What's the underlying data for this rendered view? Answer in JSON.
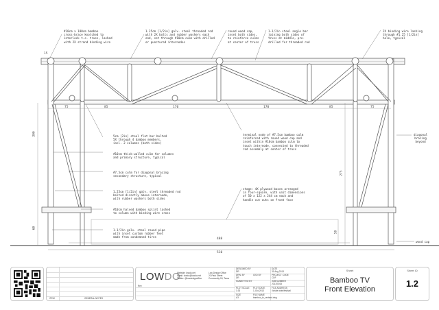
{
  "drawing": {
    "callouts": {
      "crossbrace": "#10cm x 180cm bamboo\ncross-brace knotched to\ninterlock t.c. truss, lashed\nwith 2X strand binding wire",
      "threaded_rod_top": "1.25cm [1/2in] galv. steel threaded rod\nwith 2X bolts and rubber washers each\nend, set through #10cm culm with drilled\nor punctured internodes",
      "wood_cap": "round wood cap,\ninset both sides,\nto reinforce culms\nat center of truss",
      "angle_bar": "1-1/2in steel angle bar\njoining both sides of\ntruss at middle, pre-\ndrilled for threaded rod",
      "binding_wire": "2X binding wire lashing\nthrough #1.25 [1/2in]\nhole, typical",
      "flat_bar": "5cm [2in] steel flat bar bolted\n5X through 4 bamboo members,\nincl. 2 columns (both sides)",
      "column_culm": "#10cm thick-walled culm for columns\nand primary structure, typical",
      "bracing_culm": "#7.5cm culm for diagonal bracing\nsecondary structure, typical",
      "threaded_rod_mid": "1.25cm [1/2in] galv. steel threaded rod\nbolted directly above internode,\nwith rubber washers both sides",
      "splint": "#10cm halved bamboo splint lashed\nto column with binding wire cross",
      "round_pipe": "1-1/2in galv. steel round pipe\nwith inset custom rubber feet\nmade from condemned tires",
      "terminal_node": "terminal node of #7.5cm bamboo culm\nreinforced with round wood cap and\ninset within #10cm bamboo culm to\ntouch internode, connected to threaded\nrod assembly at center of truss",
      "stage": "stage: 4X plywood boxes arranged\nin four-square, with unit dimensions\nof 50 x 122 x 244 cm each and\nhandle cut-outs on front face",
      "diagonal_bracing": "diagonal\nbracing\nbeyond",
      "wood_cap_base": "wood cap"
    },
    "dimensions": {
      "top_offset": "15",
      "span_left_75": "75",
      "span_85_left": "85",
      "span_170_left": "170",
      "span_170_right": "170",
      "span_85_right": "85",
      "span_75_right": "75",
      "height_left": "300",
      "height_right": "275",
      "base_left": "60",
      "base_right": "50",
      "inner_width": "488",
      "overall_width": "510"
    }
  },
  "title_block": {
    "notes": {
      "item_label": "ITEM",
      "general_notes_label": "GENERAL NOTES"
    },
    "firm": {
      "logo_main": "LOW",
      "logo_accent": "DO",
      "contact": "Website: lowdo.net\nEmail: lowdo@lowdo.net\nTwitter: @lowdesignoffice",
      "address": "Low Design Office\n20 Park Street\nCommunity 18, Tema",
      "rev_label": "Rev"
    },
    "info": {
      "designed_by_label": "DESIGNED BY",
      "designed_by": "DR",
      "date_label": "DATE",
      "date": "31 Aug 2013",
      "drawn_by_label": "DRN. BY",
      "drawn_by": "DR",
      "checked_by_label": "CKD BY",
      "project_code_label": "PROJECT CODE",
      "project_code": "CDF",
      "submitted_by_label": "SUBMITTED BY",
      "job_number_label": "JOB NUMBER",
      "job_number": "2013/0015",
      "plot_scale_label": "PLOT SCALE",
      "plot_scale": "1:33",
      "plot_date_label": "PLOT DATE",
      "plot_date": "1-Oct-2013",
      "file_address_label": "FILE ADDRESS",
      "file_address": "//chale wote/festival",
      "size_label": "SIZE",
      "size": "A3",
      "file_name_label": "FILE NAME",
      "file_name": "bamboo_tv_revised.dwg"
    },
    "sheet": {
      "label": "Sheet",
      "title_line1": "Bamboo TV",
      "title_line2": "Front Elevation"
    },
    "sheet_id": {
      "label": "Sheet ID",
      "value": "1.2"
    }
  }
}
